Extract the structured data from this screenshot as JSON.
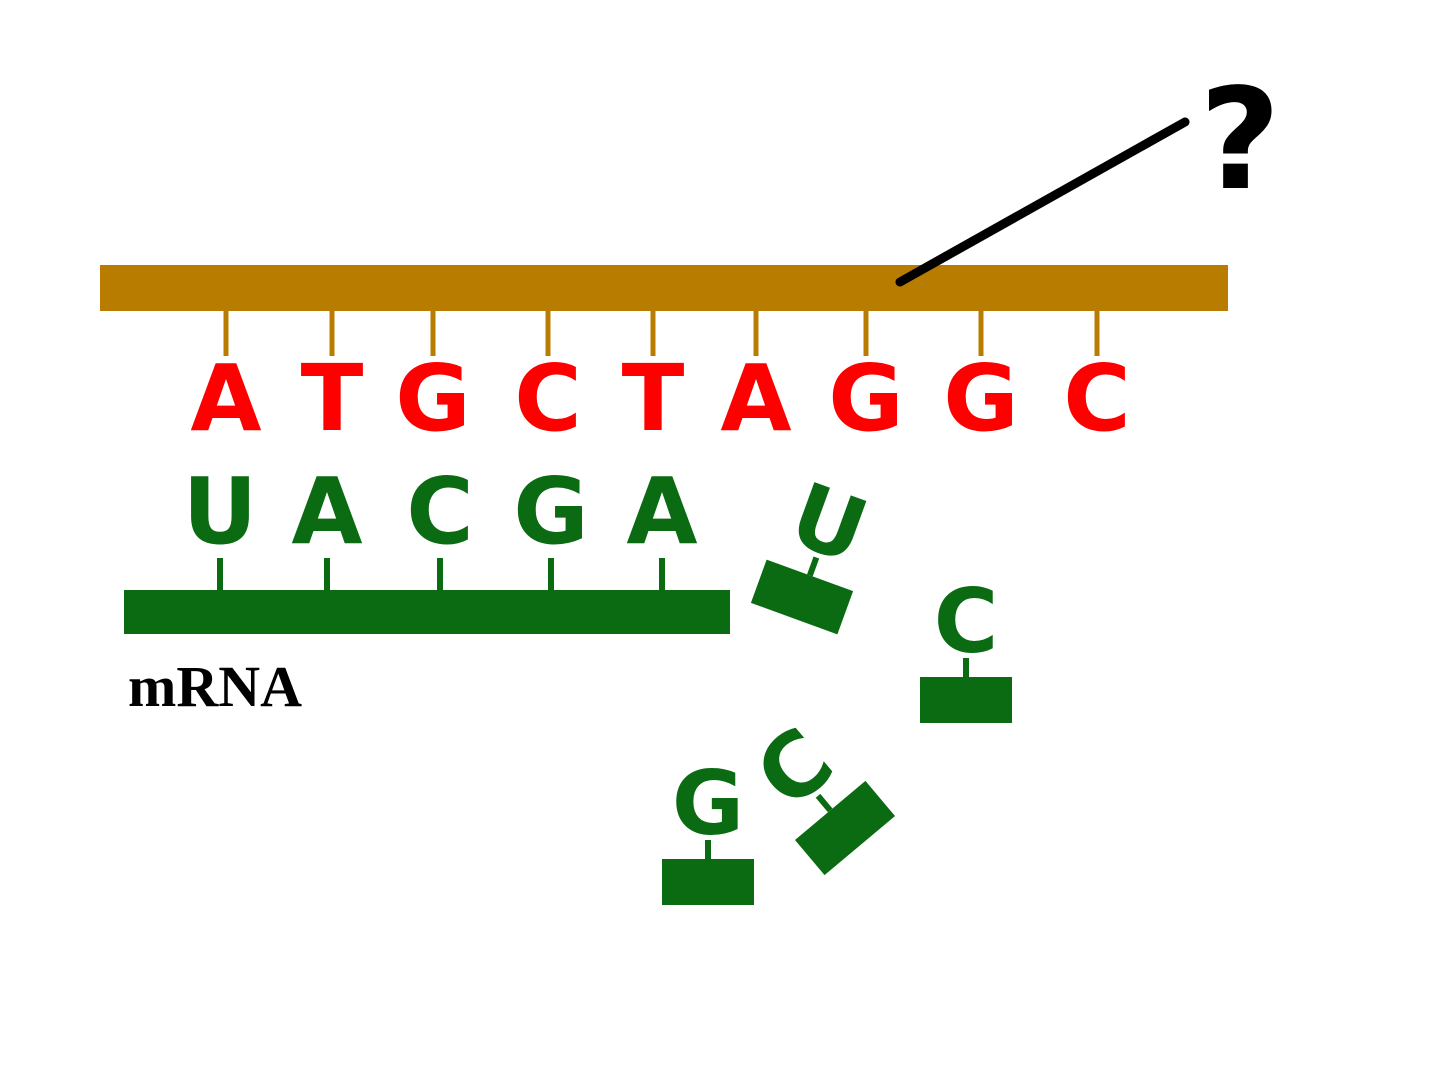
{
  "colors": {
    "dna_strand": "#b87d00",
    "dna_base": "#ff0000",
    "rna": "#0a6b12",
    "pointer": "#000000",
    "label": "#000000",
    "background": "#ffffff"
  },
  "dna": {
    "bases": [
      "A",
      "T",
      "G",
      "C",
      "T",
      "A",
      "G",
      "G",
      "C"
    ]
  },
  "mrna": {
    "label": "mRNA",
    "attached_bases": [
      "U",
      "A",
      "C",
      "G",
      "A"
    ]
  },
  "free_nucleotides": [
    {
      "base": "U"
    },
    {
      "base": "C"
    },
    {
      "base": "C"
    },
    {
      "base": "G"
    }
  ],
  "question": {
    "symbol": "?"
  }
}
